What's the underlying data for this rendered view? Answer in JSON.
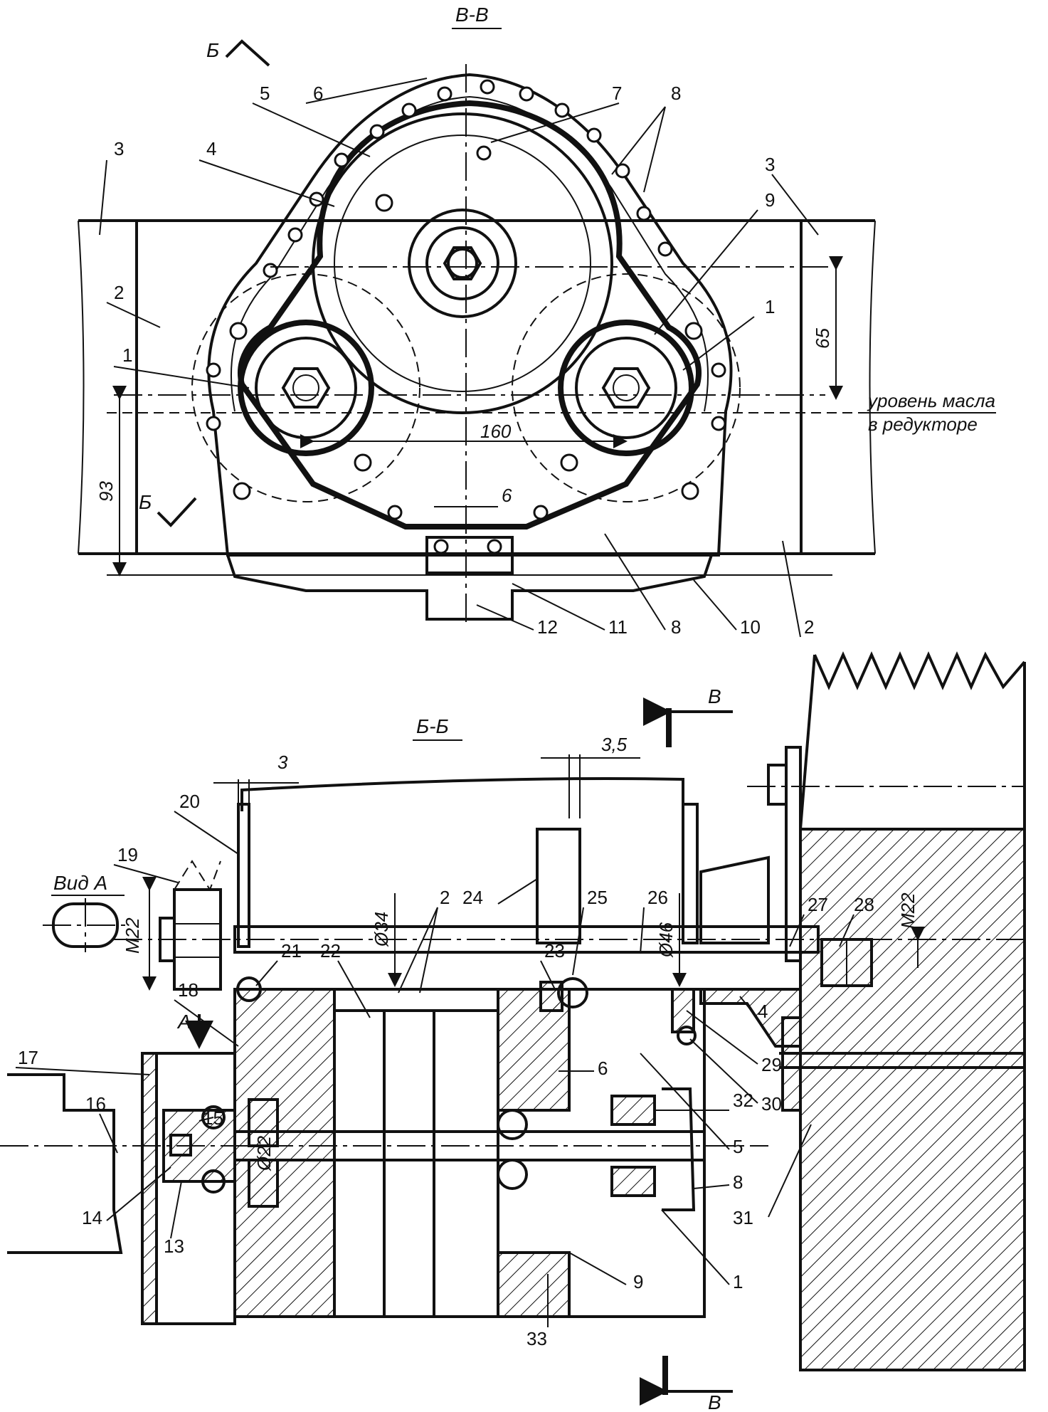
{
  "views": {
    "top_title": "В-В",
    "bottom_title": "Б-Б",
    "view_a_label": "Вид А",
    "section_mark_b": "Б",
    "section_mark_v": "В",
    "arrow_a": "А"
  },
  "oil_level_note": {
    "line1": "уровень масла",
    "line2": "в редукторе"
  },
  "dimensions": {
    "d65": "65",
    "d93": "93",
    "d160": "160",
    "d6": "6",
    "d3": "3",
    "d3_5": "3,5",
    "m22_left": "M22",
    "m22_right": "M22",
    "dia34": "Ø34",
    "dia46": "Ø46",
    "dia22": "Ø22"
  },
  "top_callouts": [
    "1",
    "1",
    "2",
    "2",
    "3",
    "3",
    "4",
    "5",
    "6",
    "7",
    "8",
    "8",
    "9",
    "10",
    "11",
    "12"
  ],
  "bottom_callouts": [
    "1",
    "2",
    "4",
    "5",
    "6",
    "8",
    "9",
    "13",
    "14",
    "15",
    "16",
    "17",
    "18",
    "19",
    "20",
    "21",
    "22",
    "23",
    "24",
    "25",
    "26",
    "27",
    "28",
    "29",
    "30",
    "31",
    "32",
    "33"
  ]
}
